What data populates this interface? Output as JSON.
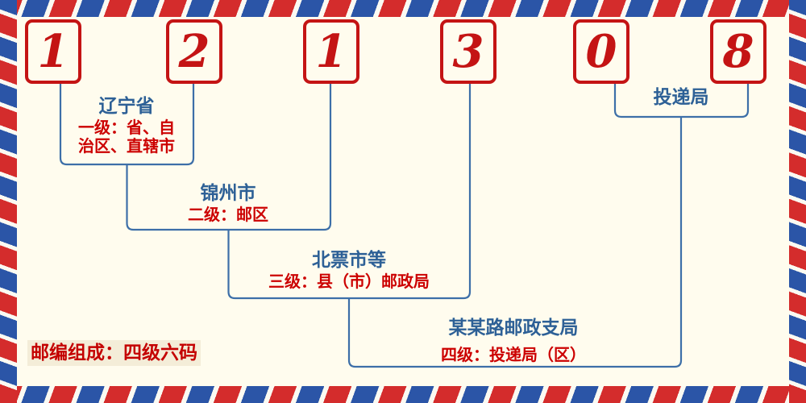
{
  "postal_code": {
    "digits": [
      "1",
      "2",
      "1",
      "3",
      "0",
      "8"
    ]
  },
  "levels": [
    {
      "place": "辽宁省",
      "desc": "一级：省、自\n治区、直辖市"
    },
    {
      "place": "锦州市",
      "desc": "二级：邮区"
    },
    {
      "place": "北票市等",
      "desc": "三级：县（市）邮政局"
    },
    {
      "place": "某某路邮政支局",
      "desc": "四级：投递局（区）"
    }
  ],
  "delivery": {
    "label": "投递局"
  },
  "footer": {
    "text": "邮编组成：四级六码"
  },
  "colors": {
    "background": "#fffcee",
    "digit_red": "#c41414",
    "stripe_red": "#d42c2c",
    "stripe_blue": "#2b55a7",
    "line_blue": "#3d6fa8",
    "place_blue": "#2d6096",
    "desc_red": "#cc0000"
  }
}
